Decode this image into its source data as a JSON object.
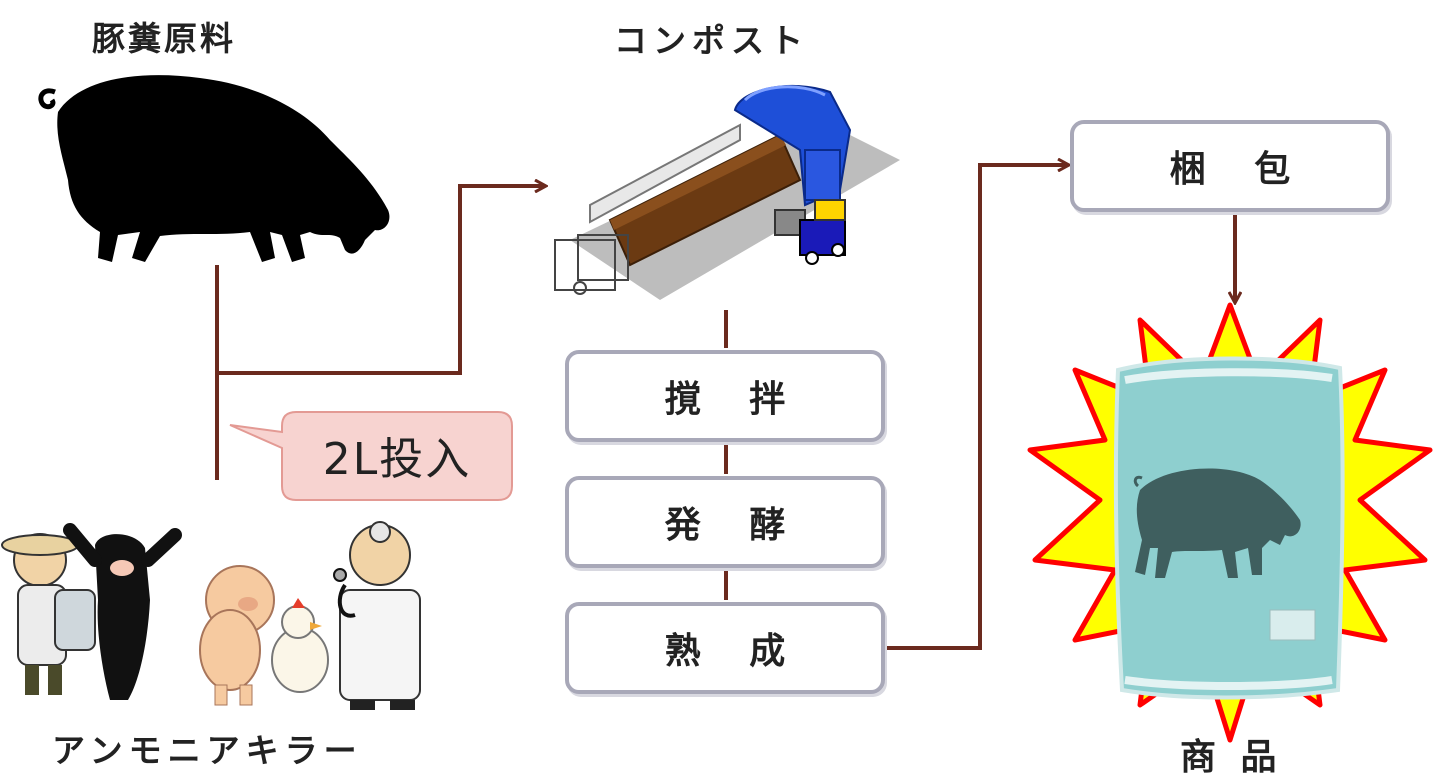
{
  "labels": {
    "pig_manure": "豚糞原料",
    "compost": "コンポスト",
    "ammonia_killer": "アンモニアキラー",
    "product": "商 品"
  },
  "callout": {
    "text": "2L投入"
  },
  "steps": {
    "stir": "撹 拌",
    "ferment": "発 酵",
    "mature": "熟 成",
    "pack": "梱 包"
  },
  "colors": {
    "connector": "#6b2a1e",
    "box_border": "#a8a8b8",
    "callout_fill": "#f7d3d0",
    "callout_border": "#e39a94",
    "burst_fill": "#ffff00",
    "burst_border": "#ff0000",
    "bag": "#8ecfcf"
  }
}
